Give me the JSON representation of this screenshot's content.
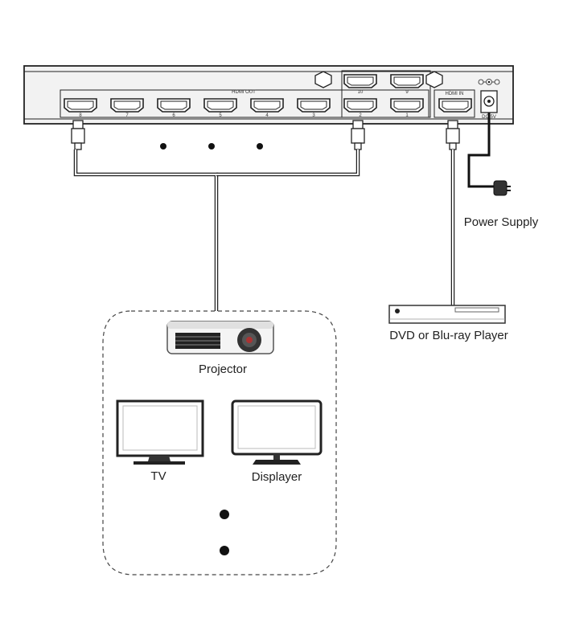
{
  "splitter": {
    "output_label": "HDMI OUT",
    "input_label": "HDMI IN",
    "power_label": "DC 5V",
    "output_ports": [
      "8",
      "7",
      "6",
      "5",
      "4",
      "3",
      "2",
      "1"
    ],
    "extra_ports": [
      "10",
      "9"
    ]
  },
  "devices": {
    "projector": "Projector",
    "tv": "TV",
    "displayer": "Displayer",
    "dvd": "DVD or Blu-ray Player",
    "power": "Power Supply"
  }
}
